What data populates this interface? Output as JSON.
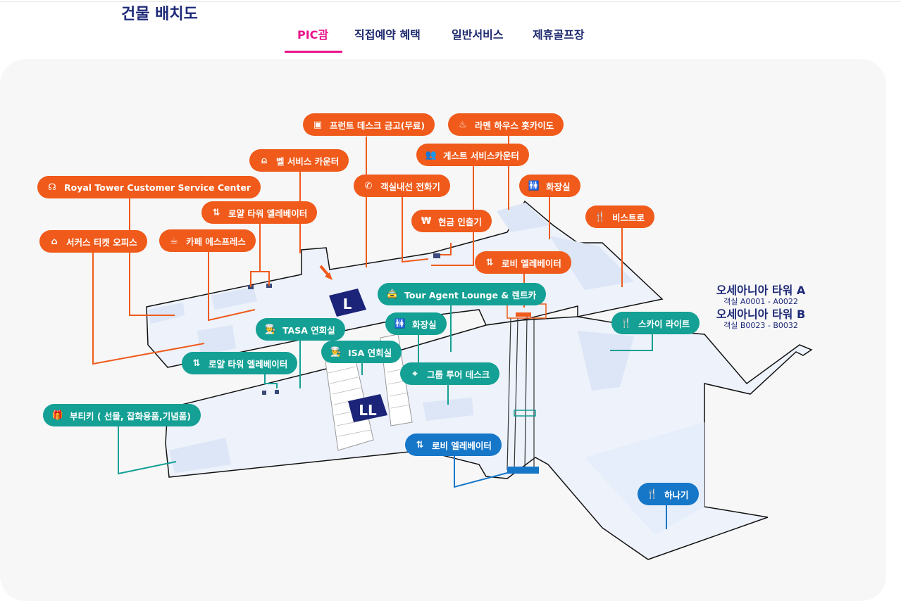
{
  "page": {
    "title": "건물 배치도"
  },
  "tabs": [
    {
      "label": "PIC괌",
      "active": true
    },
    {
      "label": "직접예약 혜택",
      "active": false
    },
    {
      "label": "일반서비스",
      "active": false
    },
    {
      "label": "제휴골프장",
      "active": false
    }
  ],
  "colors": {
    "orange": "#f05a1a",
    "teal": "#14a094",
    "blue": "#1677c9",
    "navy": "#1e2a78",
    "tab_active": "#e9148c"
  },
  "floor_badges": {
    "lobby": "L",
    "lower_lobby": "LL"
  },
  "labels": {
    "front_desk_safe": {
      "text": "프런트 데스크 금고(무료)",
      "icon": "safe-icon"
    },
    "ramen_house": {
      "text": "라멘 하우스 홋카이도",
      "icon": "noodle-bowl-icon"
    },
    "bell_service": {
      "text": "벨 서비스 카운터",
      "icon": "service-bell-icon"
    },
    "guest_service": {
      "text": "게스트 서비스카운터",
      "icon": "guest-service-icon"
    },
    "royal_tower_cs": {
      "text": "Royal Tower Customer Service Center",
      "icon": "headset-icon"
    },
    "house_phone": {
      "text": "객실내선 전화기",
      "icon": "phone-icon"
    },
    "restroom_upper": {
      "text": "화장실",
      "icon": "restroom-icon"
    },
    "royal_elevator_upper": {
      "text": "로얄 타워 엘레베이터",
      "icon": "elevator-icon"
    },
    "atm": {
      "text": "현금 인출기",
      "icon": "atm-icon"
    },
    "bistro": {
      "text": "비스트로",
      "icon": "fork-knife-icon"
    },
    "circus_ticket": {
      "text": "서커스 티켓 오피스",
      "icon": "circus-tent-icon"
    },
    "cafe_express": {
      "text": "카페 에스프레스",
      "icon": "coffee-cup-icon"
    },
    "lobby_elevator_upper": {
      "text": "로비 엘레베이터",
      "icon": "elevator-icon"
    },
    "tour_agent": {
      "text": "Tour Agent Lounge & 렌트카",
      "icon": "car-icon"
    },
    "tasa_hall": {
      "text": "TASA 연회실",
      "icon": "banquet-icon"
    },
    "restroom_lower": {
      "text": "화장실",
      "icon": "restroom-icon"
    },
    "sky_light": {
      "text": "스카이 라이트",
      "icon": "fork-knife-icon"
    },
    "isa_hall": {
      "text": "ISA 연회실",
      "icon": "banquet-icon"
    },
    "royal_elevator_lower": {
      "text": "로얄 타워 엘레베이터",
      "icon": "elevator-icon"
    },
    "group_tour": {
      "text": "그룹 투어 데스크",
      "icon": "location-pin-icon"
    },
    "boutique": {
      "text": "부티키 ( 선물, 잡화용품,기념품)",
      "icon": "gift-icon"
    },
    "lobby_elevator_lower": {
      "text": "로비 엘레베이터",
      "icon": "elevator-icon"
    },
    "hanagi": {
      "text": "하나기",
      "icon": "fork-knife-icon"
    }
  },
  "towers": [
    {
      "name": "오세아니아 타워 A",
      "rooms": "객실 A0001 - A0022"
    },
    {
      "name": "오세아니아 타워 B",
      "rooms": "객실 B0023 - B0032"
    }
  ]
}
